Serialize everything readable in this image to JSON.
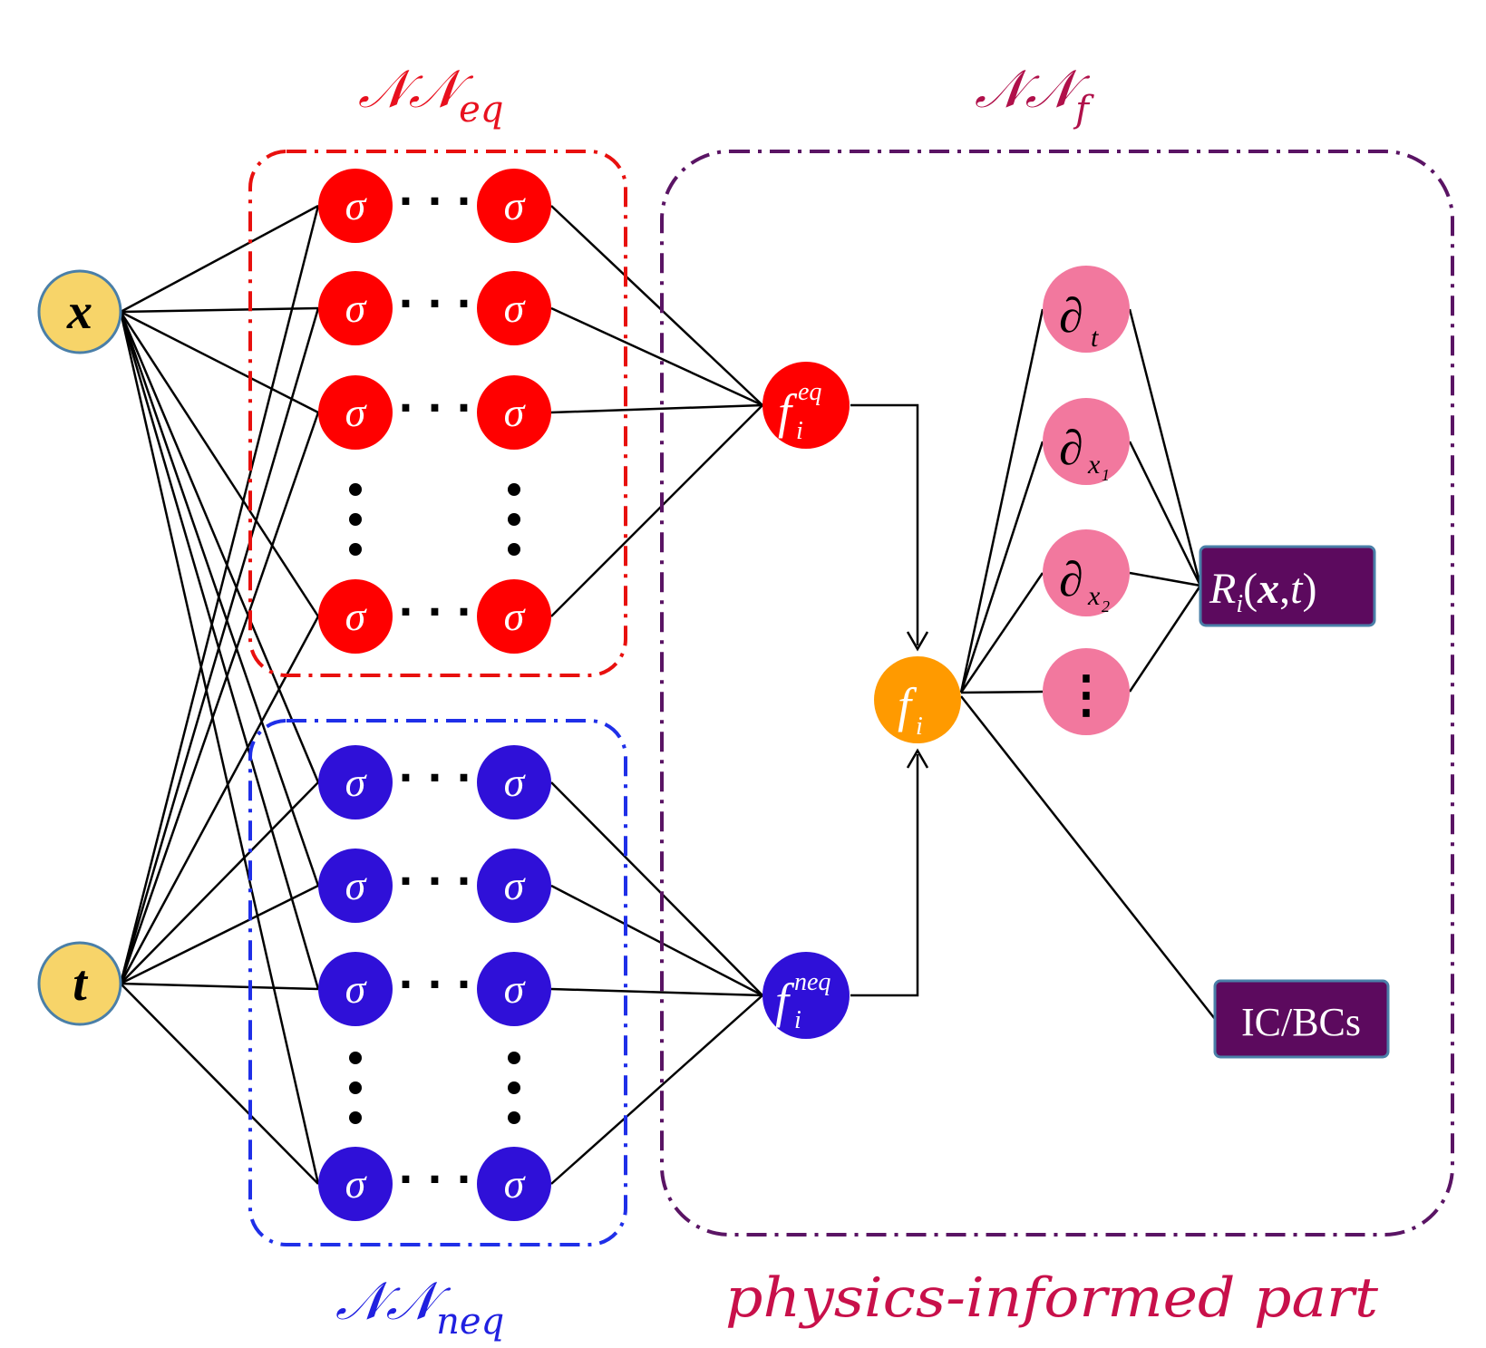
{
  "colors": {
    "input_fill": "#f7d469",
    "input_stroke": "#4a7fa8",
    "eq_node": "#ff0000",
    "eq_box": "#e8100e",
    "neq_node": "#2f10d8",
    "neq_node_light": "#3a1ee8",
    "neq_box": "#1f2fe8",
    "f_node": "#ff9a00",
    "deriv_node": "#f2789e",
    "physics_box": "#5a1464",
    "output_fill": "#5c0a5e",
    "output_stroke": "#4a7fa8",
    "title_eq": "#e8101e",
    "title_neq": "#2020e0",
    "title_f": "#b0104a",
    "caption": "#c8104a"
  },
  "titles": {
    "nn_eq": {
      "main": "𝒩𝒩",
      "sub": "eq"
    },
    "nn_neq": {
      "main": "𝒩𝒩",
      "sub": "neq"
    },
    "nn_f": {
      "main": "𝒩𝒩",
      "sub": "f"
    },
    "physics_caption": "physics-informed part"
  },
  "inputs": {
    "x_label": "x",
    "t_label": "t"
  },
  "hidden": {
    "neuron_label": "σ",
    "ellipsis": "· · ·"
  },
  "outputs": {
    "feq": {
      "main": "f",
      "sub": "i",
      "sup": "eq"
    },
    "fneq": {
      "main": "f",
      "sub": "i",
      "sup": "neq"
    },
    "fi": {
      "main": "f",
      "sub": "i"
    }
  },
  "derivatives": {
    "dt": {
      "main": "∂",
      "sub": "t"
    },
    "dx1": {
      "main": "∂",
      "sub": "x",
      "subsub": "1"
    },
    "dx2": {
      "main": "∂",
      "sub": "x",
      "subsub": "2"
    },
    "more": "⋮"
  },
  "losses": {
    "residual": {
      "R": "R",
      "i": "i",
      "args": "(",
      "x": "x",
      "comma": ",",
      "t": "t",
      "close": ")"
    },
    "icbc": "IC/BCs"
  }
}
